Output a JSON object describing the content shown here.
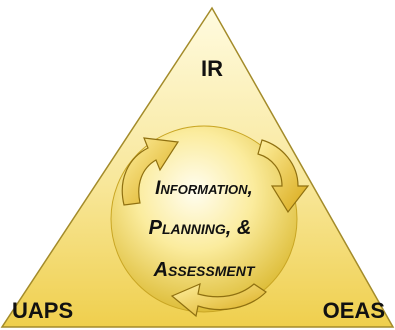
{
  "corners": {
    "top": "IR",
    "bottom_left": "UAPS",
    "bottom_right": "OEAS"
  },
  "center": {
    "line1": "Information,",
    "line2": "Planning, &",
    "line3": "Assessment"
  },
  "colors": {
    "triangle_fill_top": "#fff8c8",
    "triangle_fill_bottom": "#f1d65a",
    "triangle_stroke": "#9a8220",
    "circle_light": "#fff9d6",
    "circle_dark": "#d9b62a",
    "arrow_fill": "#f2cf3a",
    "arrow_stroke": "#9a7a10",
    "text": "#111111"
  }
}
